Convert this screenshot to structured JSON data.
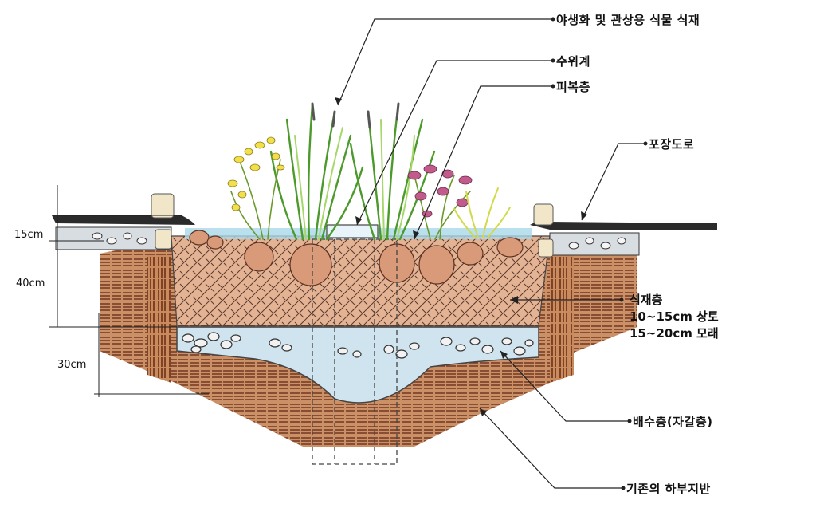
{
  "callouts": {
    "planting": "야생화 및 관상용 식물 식재",
    "water_gauge": "수위계",
    "mulch": "피복층",
    "pavement": "포장도로",
    "planting_layer": "식재층",
    "planting_layer_sub1": "10~15cm 상토",
    "planting_layer_sub2": "15~20cm 모래",
    "drainage": "배수층(자갈층)",
    "subgrade": "기존의 하부지반"
  },
  "dimensions": {
    "d1": "15cm",
    "d2": "40cm",
    "d3": "30cm"
  },
  "colors": {
    "soil": "#c98a5e",
    "planting_soil": "#e3b394",
    "drainage": "#cfe4ee",
    "pavement": "#2b2b2b",
    "plant_green": "#7fbf3a",
    "flower_pink": "#c25a8c"
  }
}
